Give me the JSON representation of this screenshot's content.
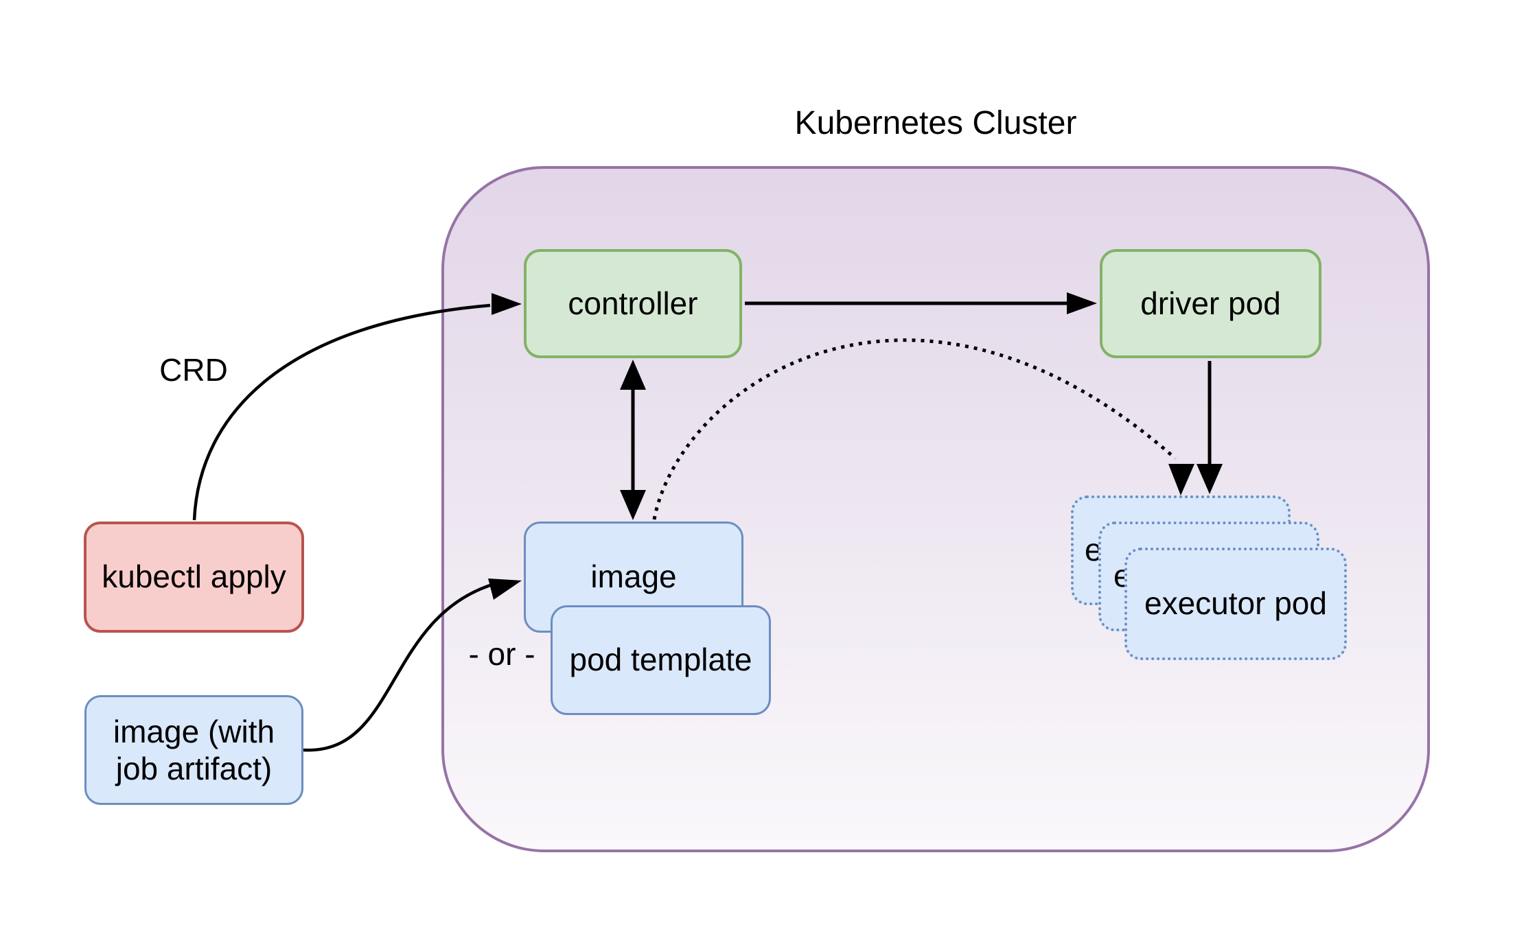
{
  "diagram": {
    "title": "Kubernetes Cluster",
    "labels": {
      "crd": "CRD",
      "or": "- or -"
    },
    "nodes": {
      "controller": "controller",
      "driver_pod": "driver pod",
      "image": "image",
      "pod_template": "pod template",
      "kubectl_apply": "kubectl apply",
      "image_with_artifact_line1": "image (with",
      "image_with_artifact_line2": "job artifact)",
      "executor_pod": "executor pod"
    },
    "edges": [
      {
        "name": "crd-arrow",
        "from": "kubectl_apply",
        "to": "controller",
        "style": "solid-curve",
        "label": "CRD"
      },
      {
        "name": "controller-driver-arrow",
        "from": "controller",
        "to": "driver_pod",
        "style": "solid"
      },
      {
        "name": "controller-image-arrow",
        "from": "controller",
        "to": "image",
        "style": "solid-double"
      },
      {
        "name": "driver-executor-arrow",
        "from": "driver_pod",
        "to": "executor_pod",
        "style": "solid"
      },
      {
        "name": "image-executor-dotted-arrow",
        "from": "image",
        "to": "executor_pod",
        "style": "dotted-curve"
      },
      {
        "name": "artifact-image-arrow",
        "from": "image_with_artifact",
        "to": "image",
        "style": "solid-curve"
      }
    ],
    "colors": {
      "cluster_border": "#9673a6",
      "cluster_fill_top": "#e2d6e8",
      "cluster_fill_bottom": "#faf8fb",
      "green_fill": "#d5e8d4",
      "green_border": "#82b366",
      "blue_fill": "#dae8fc",
      "blue_border": "#6c8ebf",
      "red_fill": "#f8cecc",
      "red_border": "#b85450",
      "arrow_color": "#000000",
      "text_color": "#000000"
    }
  }
}
